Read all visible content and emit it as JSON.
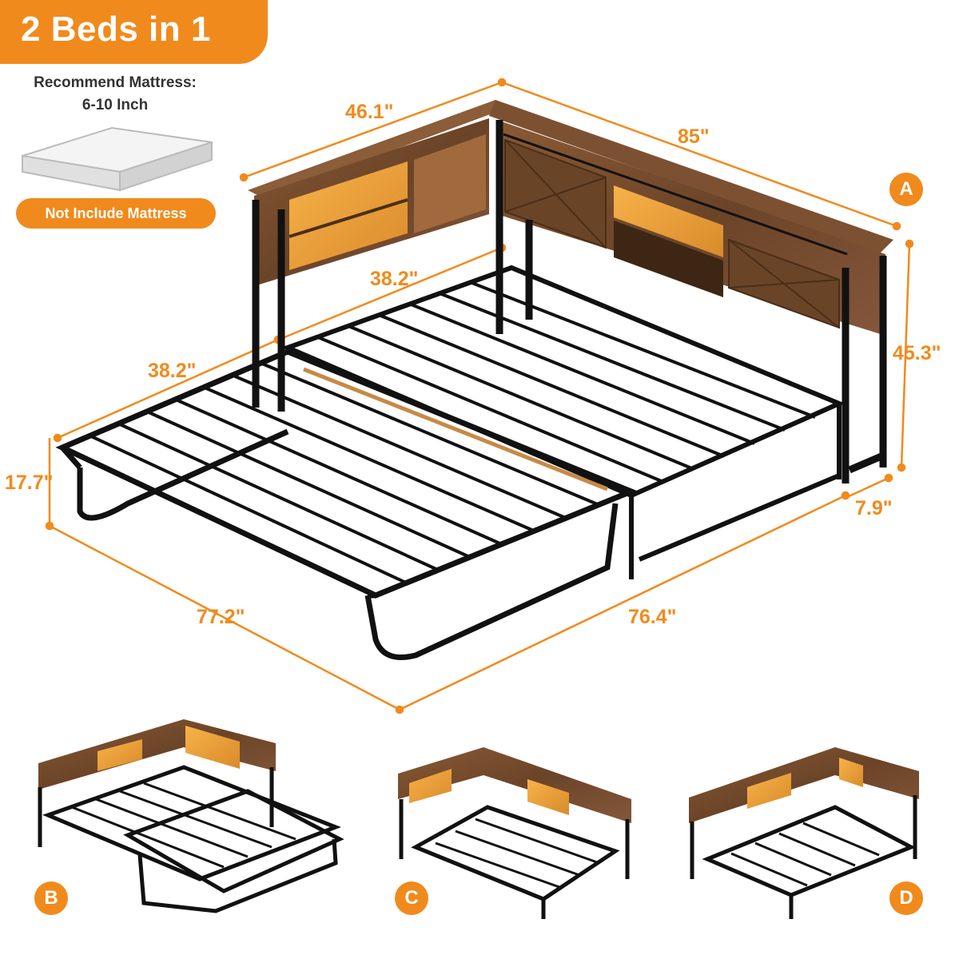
{
  "header": {
    "title": "2 Beds in 1",
    "recommend_line1": "Recommend Mattress:",
    "recommend_line2": "6-10 Inch",
    "not_include": "Not Include Mattress"
  },
  "dimensions": {
    "headboard_width": "46.1\"",
    "side_length": "85\"",
    "inner_width": "38.2\"",
    "trundle_width": "38.2\"",
    "trundle_height": "17.7\"",
    "total_height": "45.3\"",
    "leg_height": "7.9\"",
    "trundle_length": "77.2\"",
    "bed_length": "76.4\""
  },
  "views": {
    "main": "A",
    "b": "B",
    "c": "C",
    "d": "D"
  },
  "colors": {
    "accent": "#f18a1c",
    "wood": "#7a4e2d",
    "metal": "#1a1a1a",
    "light": "#f5a33a"
  }
}
